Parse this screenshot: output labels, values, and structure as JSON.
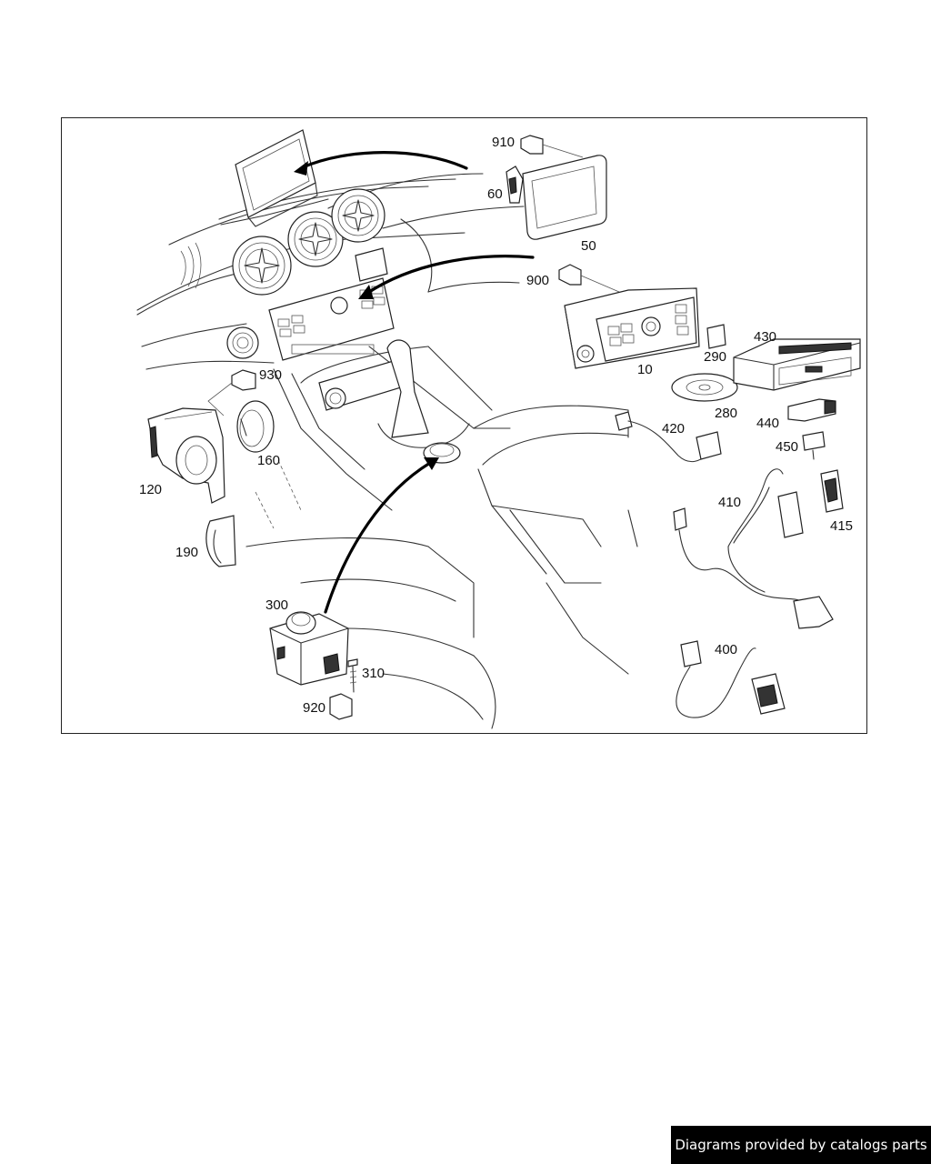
{
  "callouts": {
    "c910": "910",
    "c60": "60",
    "c50": "50",
    "c900": "900",
    "c10": "10",
    "c290": "290",
    "c430": "430",
    "c280": "280",
    "c420": "420",
    "c440": "440",
    "c450": "450",
    "c410": "410",
    "c415": "415",
    "c400": "400",
    "c930": "930",
    "c160": "160",
    "c120": "120",
    "c190": "190",
    "c300": "300",
    "c310": "310",
    "c920": "920"
  },
  "footer": {
    "label": "Diagrams provided by catalogs parts"
  }
}
